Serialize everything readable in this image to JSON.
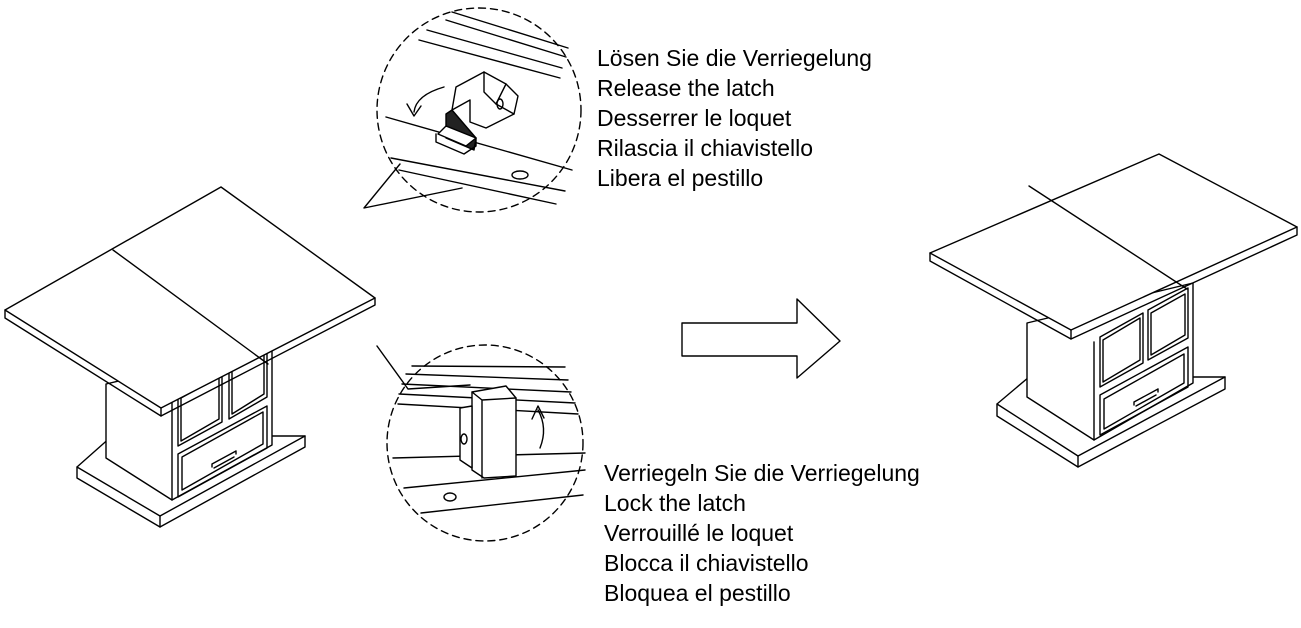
{
  "captions": {
    "release": [
      "Lösen Sie die Verriegelung",
      "Release the latch",
      "Desserrer le loquet",
      "Rilascia il chiavistello",
      "Libera el pestillo"
    ],
    "lock": [
      "Verriegeln Sie die Verriegelung",
      "Lock the latch",
      "Verrouillé le loquet",
      "Blocca il chiavistello",
      "Bloquea el pestillo"
    ]
  },
  "colors": {
    "line": "#000000",
    "background": "#ffffff",
    "latch_fill": "#222222"
  },
  "icons": [
    "table-extended-illustration",
    "latch-release-detail",
    "latch-lock-detail",
    "right-arrow-icon",
    "table-folded-illustration"
  ]
}
